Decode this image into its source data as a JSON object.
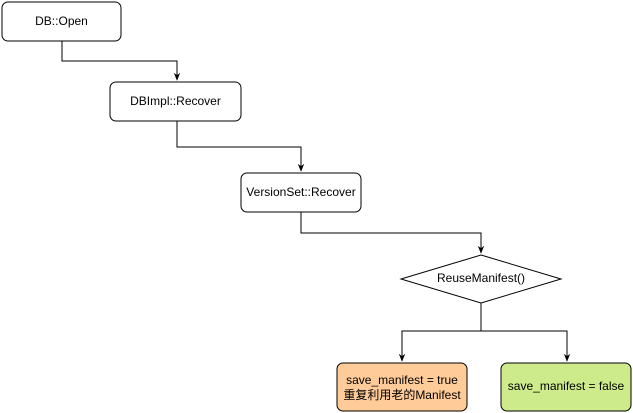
{
  "diagram": {
    "nodes": [
      {
        "id": "db-open",
        "label": "DB::Open"
      },
      {
        "id": "dbimpl-recover",
        "label": "DBImpl::Recover"
      },
      {
        "id": "versionset-recover",
        "label": "VersionSet::Recover"
      },
      {
        "id": "reuse-manifest",
        "label": "ReuseManifest()"
      },
      {
        "id": "save-manifest-true",
        "lines": [
          "save_manifest = true",
          "重复利用老的Manifest"
        ]
      },
      {
        "id": "save-manifest-false",
        "label": "save_manifest = false"
      }
    ],
    "colors": {
      "stroke": "#000000",
      "default_fill": "#ffffff",
      "true_fill": "#ffcc99",
      "false_fill": "#cdeb8b"
    }
  }
}
